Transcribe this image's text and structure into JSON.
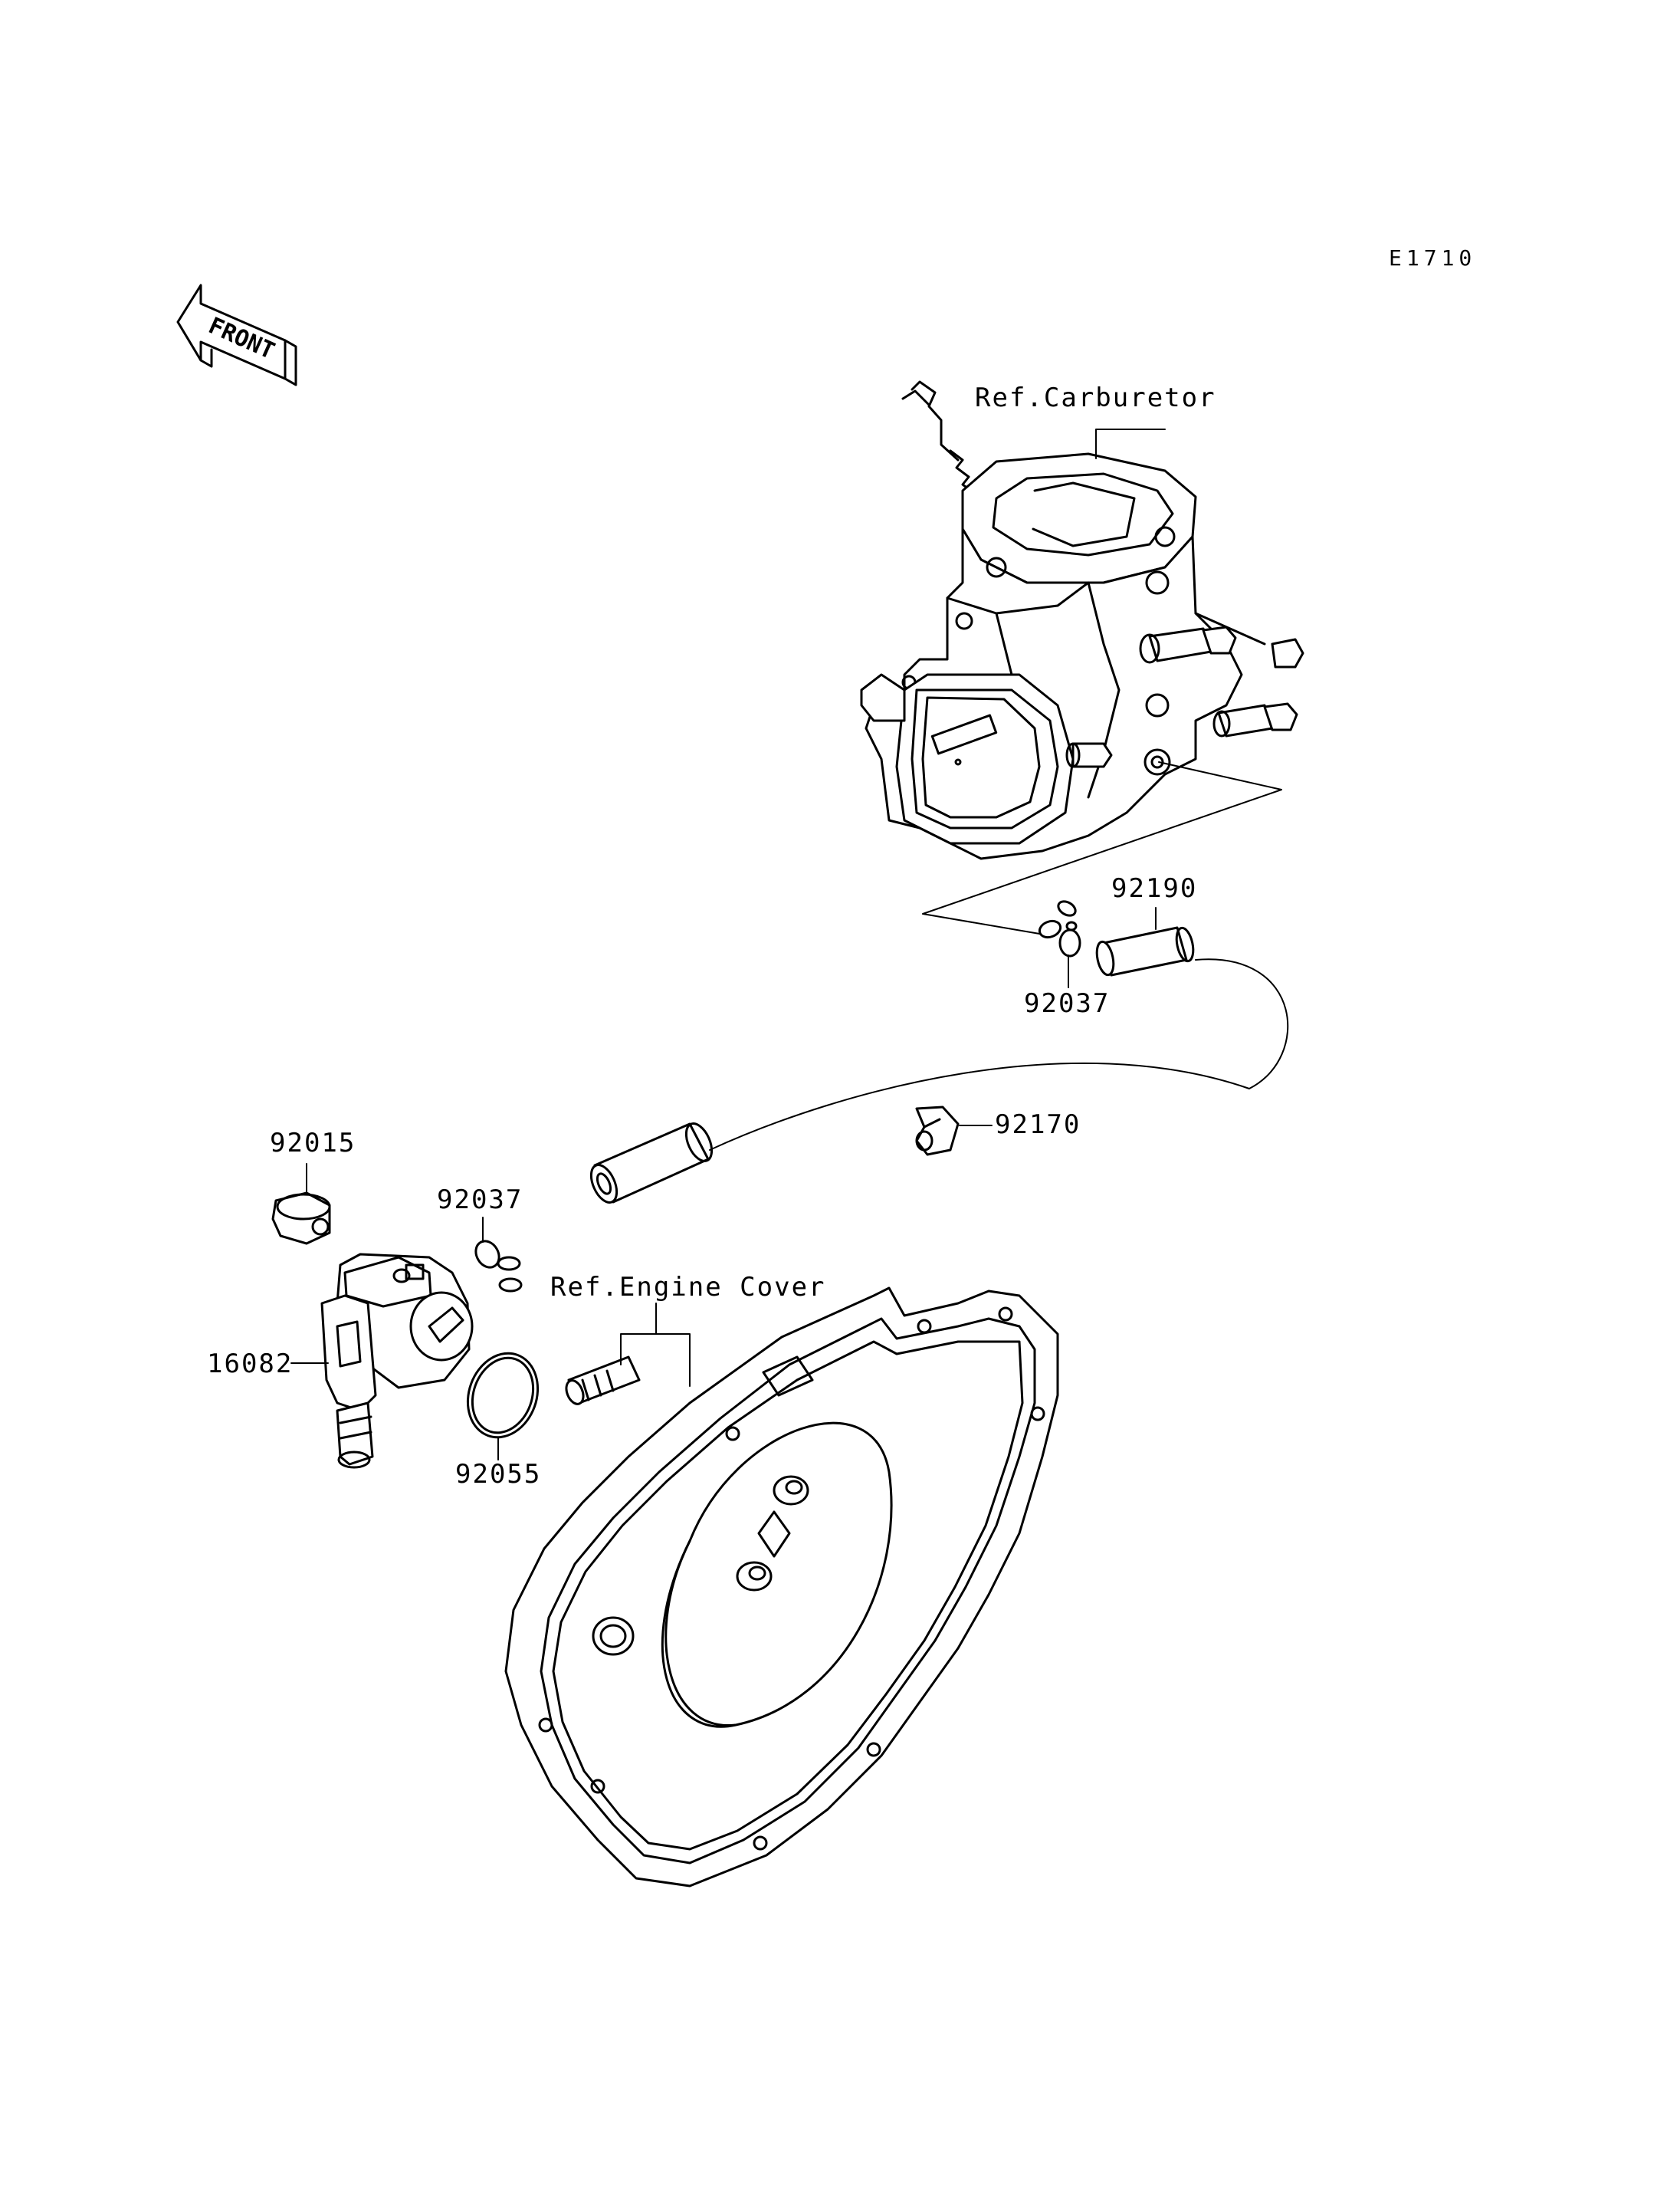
{
  "diagram_code": "E1710",
  "front_indicator": "FRONT",
  "refs": {
    "carburetor": "Ref.Carburetor",
    "engine_cover": "Ref.Engine Cover"
  },
  "parts": {
    "p92190": "92190",
    "p92037_top": "92037",
    "p92170": "92170",
    "p92015": "92015",
    "p92037_left": "92037",
    "p16082": "16082",
    "p92055": "92055"
  }
}
